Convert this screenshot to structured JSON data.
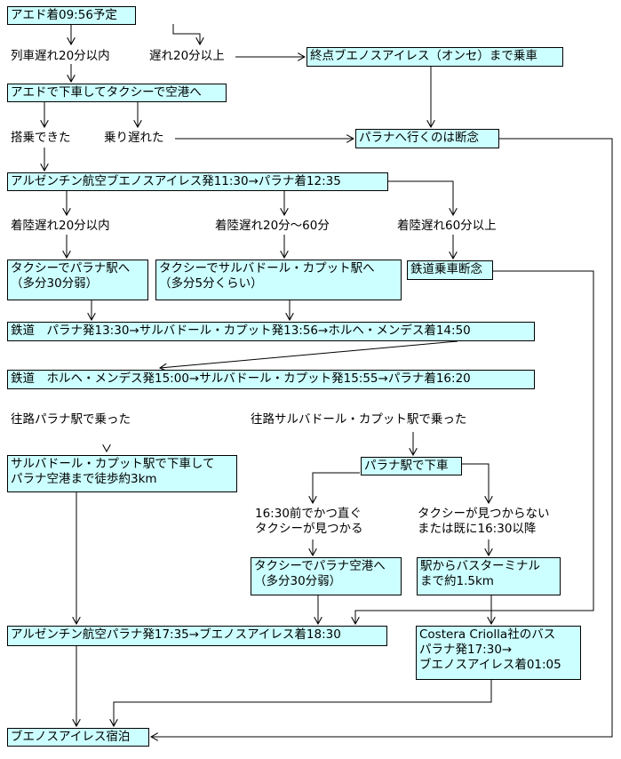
{
  "nodes": {
    "n_aedo": "アエド着09:56予定",
    "n_terminal": "終点ブエノスアイレス（オンセ）まで乗車",
    "n_taxi_airport": "アエドで下車してタクシーで空港へ",
    "n_give_up_parana": "パラナへ行くのは断念",
    "n_flight1": "アルゼンチン航空ブエノスアイレス発11:30→パラナ着12:35",
    "n_taxi_parana_station": "タクシーでパラナ駅へ\n（多分30分弱）",
    "n_taxi_salvador": "タクシーでサルバドール・カプット駅へ\n（多分5分くらい）",
    "n_rail_give_up": "鉄道乗車断念",
    "n_rail1": "鉄道　パラナ発13:30→サルバドール・カプット発13:56→ホルヘ・メンデス着14:50",
    "n_rail2": "鉄道　ホルヘ・メンデス発15:00→サルバドール・カプット発15:55→パラナ着16:20",
    "n_walk": "サルバドール・カプット駅で下車して\nパラナ空港まで徒歩約3km",
    "n_alight_parana": "パラナ駅で下車",
    "n_taxi_parana_airport": "タクシーでパラナ空港へ\n（多分30分弱）",
    "n_bus_terminal": "駅からバスターミナル\nまで約1.5km",
    "n_flight2": "アルゼンチン航空パラナ発17:35→ブエノスアイレス着18:30",
    "n_bus": "Costera Criolla社のバス\nパラナ発17:30→\nブエノスアイレス着01:05",
    "n_stay": "ブエノスアイレス宿泊"
  },
  "labels": {
    "l_delay_within20": "列車遅れ20分以内",
    "l_delay_over20": "遅れ20分以上",
    "l_boarded": "搭乗できた",
    "l_missed": "乗り遅れた",
    "l_land_within20": "着陸遅れ20分以内",
    "l_land_20_60": "着陸遅れ20分～60分",
    "l_land_over60": "着陸遅れ60分以上",
    "l_from_parana": "往路パラナ駅で乗った",
    "l_from_salvador": "往路サルバドール・カプット駅で乗った",
    "l_taxi_found": "16:30前でかつ直ぐ\nタクシーが見つかる",
    "l_taxi_not_found": "タクシーが見つからない\nまたは既に16:30以降"
  },
  "colors": {
    "box_fill": "#ccffff",
    "line": "#000000",
    "background": "#ffffff"
  }
}
